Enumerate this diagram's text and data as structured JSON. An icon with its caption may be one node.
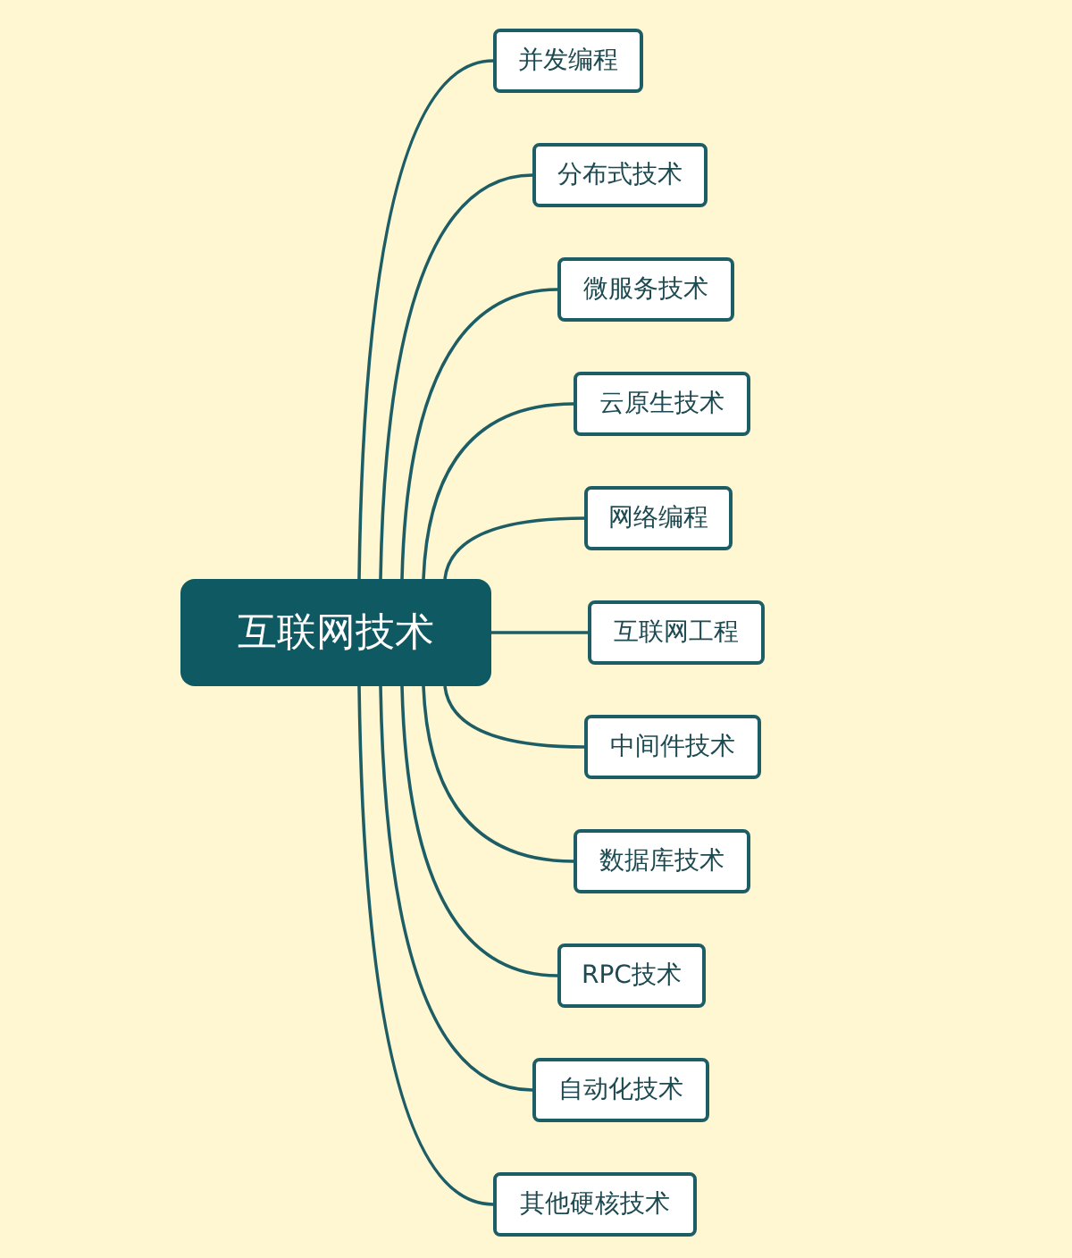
{
  "diagram": {
    "nodes": [
      {
        "text": [
          "互联网技术"
        ]
      },
      {
        "text": [
          "并发编程"
        ]
      },
      {
        "text": [
          "分布式技术"
        ]
      },
      {
        "text": [
          "微服务技术"
        ]
      },
      {
        "text": [
          "云原生技术"
        ]
      },
      {
        "text": [
          "网络编程"
        ]
      },
      {
        "text": [
          "互联网工程"
        ]
      },
      {
        "text": [
          "中间件技术"
        ]
      },
      {
        "text": [
          "数据库技术"
        ]
      },
      {
        "text": [
          "RPC技术"
        ]
      },
      {
        "text": [
          "自动化技术"
        ]
      },
      {
        "text": [
          "其他硬核技术"
        ]
      }
    ],
    "edges": [
      {
        "from": 0,
        "to": 1,
        "arrow": "none"
      },
      {
        "from": 0,
        "to": 2,
        "arrow": "none"
      },
      {
        "from": 0,
        "to": 3,
        "arrow": "none"
      },
      {
        "from": 0,
        "to": 4,
        "arrow": "none"
      },
      {
        "from": 0,
        "to": 5,
        "arrow": "none"
      },
      {
        "from": 0,
        "to": 6,
        "arrow": "none"
      },
      {
        "from": 0,
        "to": 7,
        "arrow": "none"
      },
      {
        "from": 0,
        "to": 8,
        "arrow": "none"
      },
      {
        "from": 0,
        "to": 9,
        "arrow": "none"
      },
      {
        "from": 0,
        "to": 10,
        "arrow": "none"
      },
      {
        "from": 0,
        "to": 11,
        "arrow": "none"
      }
    ]
  }
}
